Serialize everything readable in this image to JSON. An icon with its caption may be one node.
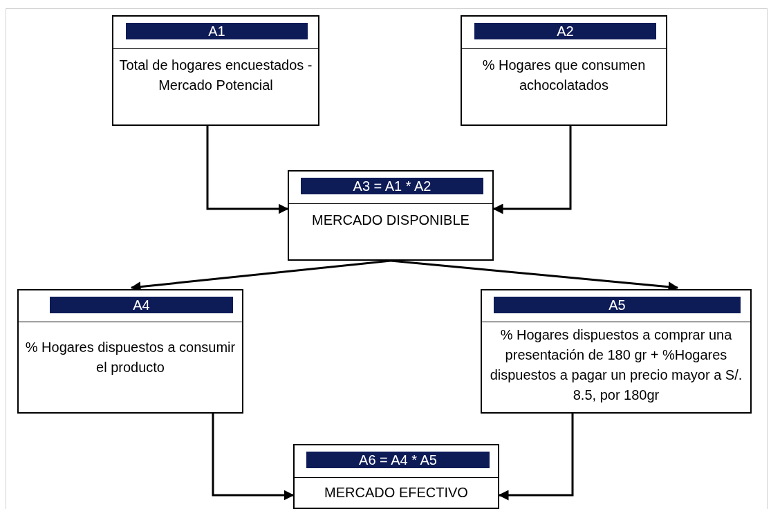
{
  "diagram": {
    "nodes": [
      {
        "text": [
          "A1",
          "Total de hogares encuestados -  Mercado Potencial"
        ]
      },
      {
        "text": [
          "A2",
          "% Hogares que consumen achocolatados"
        ]
      },
      {
        "text": [
          "A3 = A1 * A2",
          "MERCADO DISPONIBLE"
        ]
      },
      {
        "text": [
          "A4",
          "% Hogares dispuestos a consumir el producto"
        ]
      },
      {
        "text": [
          "A5",
          "% Hogares dispuestos a comprar una presentación de 180 gr + %Hogares dispuestos a pagar un precio mayor a S/. 8.5, por 180gr"
        ]
      },
      {
        "text": [
          "A6 = A4 * A5",
          "MERCADO EFECTIVO"
        ]
      }
    ],
    "edges": [
      {
        "from": 0,
        "to": 2,
        "arrow": "to"
      },
      {
        "from": 1,
        "to": 2,
        "arrow": "to"
      },
      {
        "from": 2,
        "to": 3,
        "arrow": "to"
      },
      {
        "from": 2,
        "to": 4,
        "arrow": "to"
      },
      {
        "from": 3,
        "to": 5,
        "arrow": "to"
      },
      {
        "from": 4,
        "to": 5,
        "arrow": "to"
      }
    ]
  }
}
